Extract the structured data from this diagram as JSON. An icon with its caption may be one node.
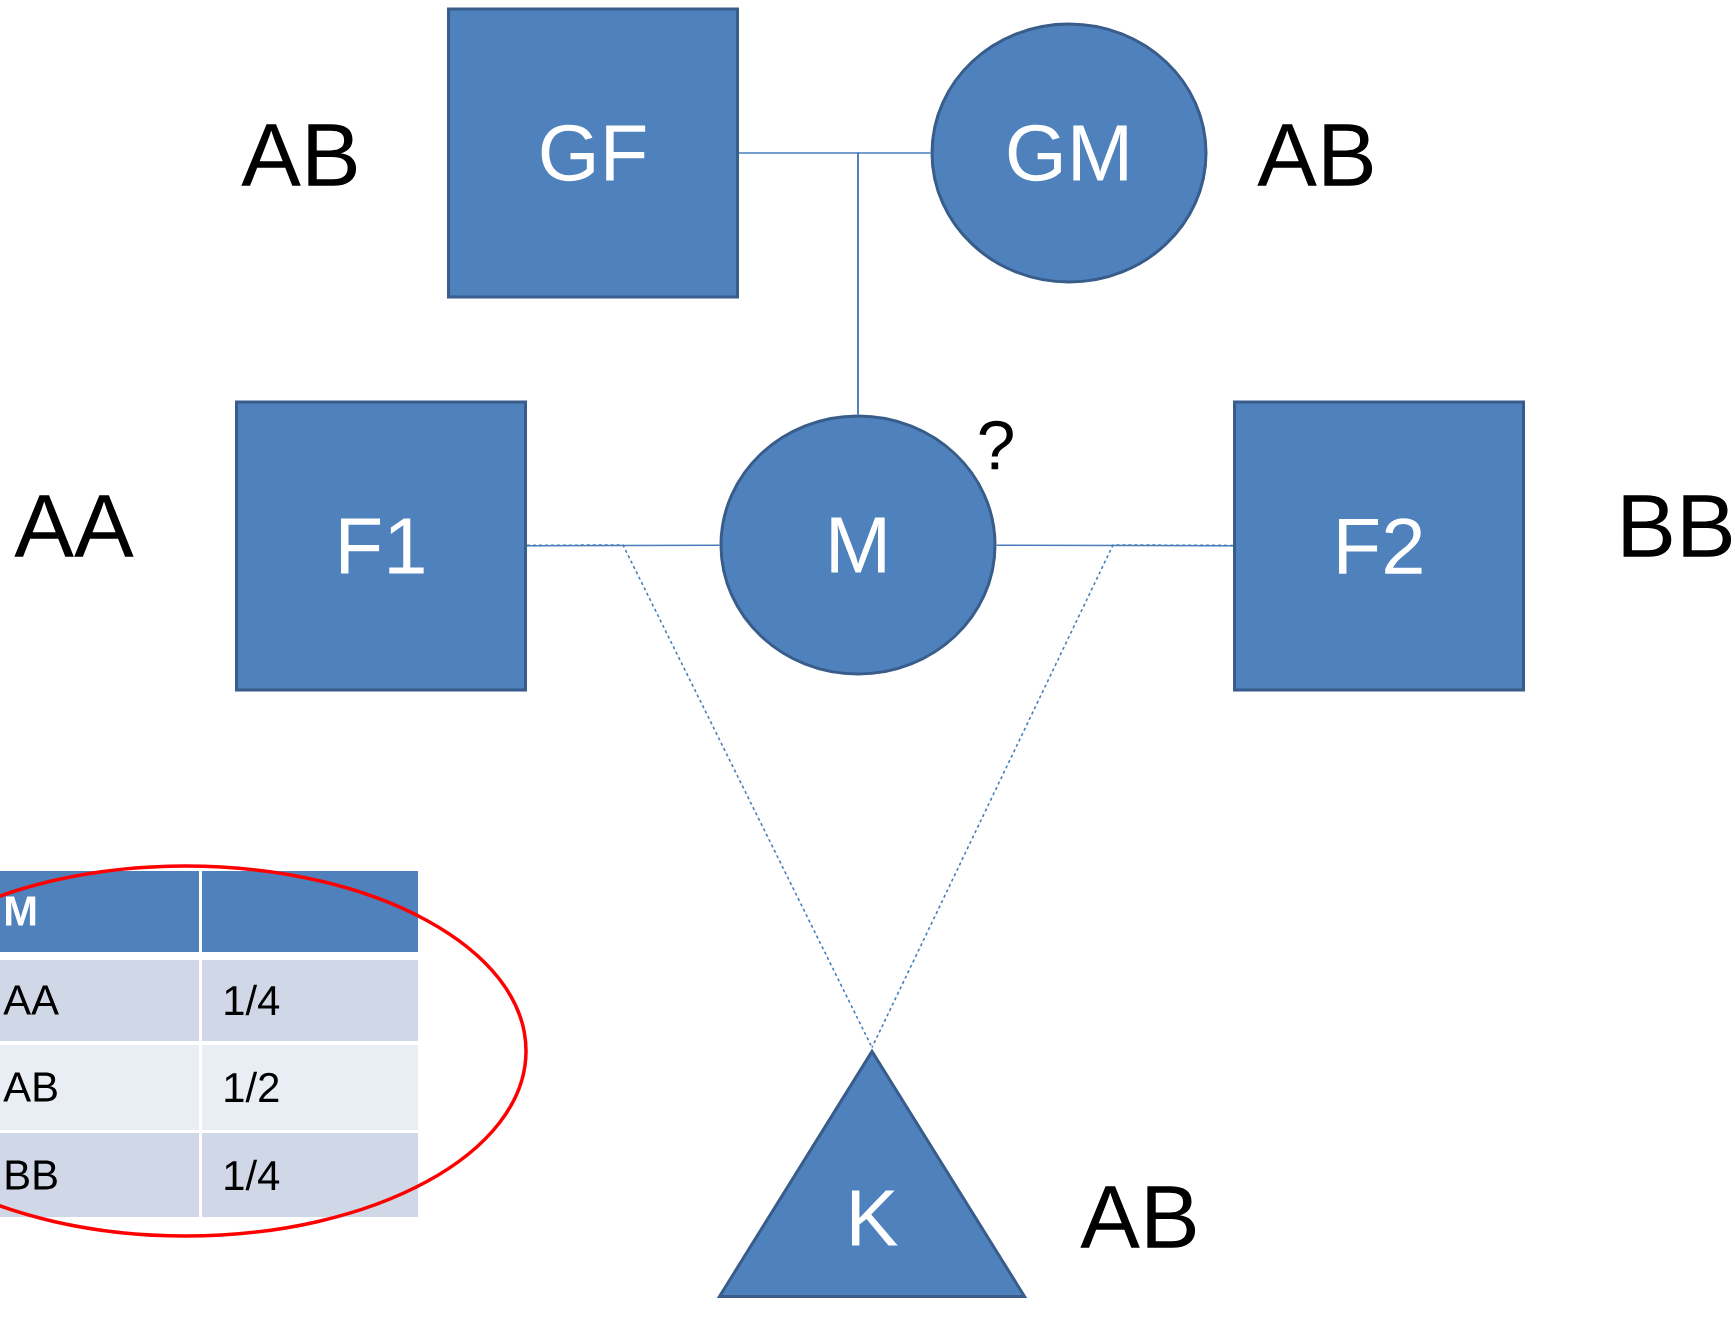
{
  "diagram": {
    "nodes": [
      {
        "text": [
          "GF"
        ],
        "beside": [
          "AB"
        ]
      },
      {
        "text": [
          "GM"
        ],
        "beside": [
          "AB"
        ]
      },
      {
        "text": [
          "F1"
        ],
        "beside": [
          "AA"
        ]
      },
      {
        "text": [
          "M"
        ],
        "beside": [
          "?"
        ]
      },
      {
        "text": [
          "F2"
        ],
        "beside": [
          "BB"
        ]
      },
      {
        "text": [
          "K"
        ],
        "beside": [
          "AB"
        ]
      }
    ],
    "edges": [
      {
        "from": 0,
        "to": 3,
        "arrow": "none"
      },
      {
        "from": 1,
        "to": 3,
        "arrow": "none"
      },
      {
        "from": 2,
        "to": 3,
        "arrow": "none"
      },
      {
        "from": 3,
        "to": 4,
        "arrow": "none"
      },
      {
        "from": 2,
        "to": 5,
        "arrow": "none",
        "style": "dashed"
      },
      {
        "from": 4,
        "to": 5,
        "arrow": "none",
        "style": "dashed"
      }
    ],
    "labels": [
      "M",
      "AA",
      "1/4",
      "AB",
      "1/2",
      "BB",
      "1/4"
    ]
  }
}
